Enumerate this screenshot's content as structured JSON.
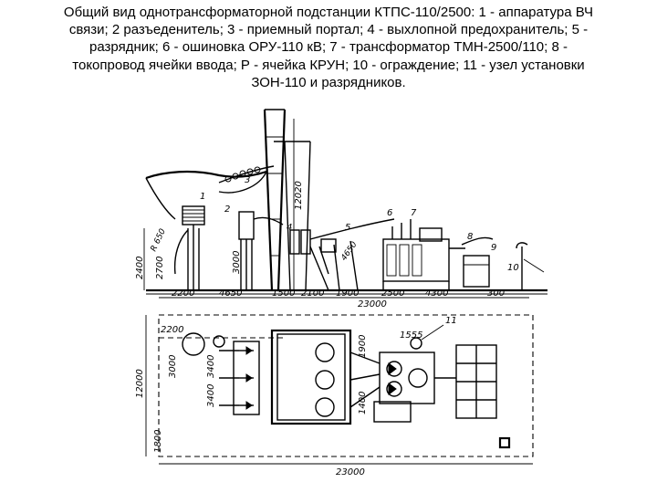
{
  "caption": {
    "lines": [
      "Общий вид однотрансформаторной подстанции КТПС-110/2500: 1 - аппаратура ВЧ",
      "связи; 2  разъеденитель; 3 - приемный портал; 4 - выхлопной предохранитель; 5 -",
      "разрядник; 6 - ошиновка ОРУ-110 кВ; 7 - трансформатор ТМН-2500/110; 8 -",
      "токопровод ячейки ввода; Р - ячейка КРУН; 10 - ограждение; 11 - узел установки",
      "ЗОН-110 и разрядников."
    ]
  },
  "elevation": {
    "callouts": [
      "1",
      "2",
      "3",
      "4",
      "5",
      "6",
      "7",
      "8",
      "9",
      "10"
    ],
    "dims": {
      "height_portal": "12020",
      "height_left": "2400",
      "height_left2": "2700",
      "height_mid": "3000",
      "radius": "R 650",
      "radius2": "4650",
      "seg_2200": "2200",
      "seg_4650": "4650",
      "seg_1500": "1500",
      "seg_2100": "2100",
      "seg_1900": "1900",
      "seg_2500": "2500",
      "seg_4300": "4300",
      "seg_300": "300",
      "total": "23000"
    }
  },
  "plan": {
    "callouts": [
      "11"
    ],
    "dims": {
      "top_2200": "2200",
      "left_3000": "3000",
      "left_3400a": "3400",
      "left_3400b": "3400",
      "left_12000": "12000",
      "left_1800": "1800",
      "right_1900": "1900",
      "right_1400": "1400",
      "label_1555": "1555",
      "bottom_23000": "23000"
    }
  }
}
